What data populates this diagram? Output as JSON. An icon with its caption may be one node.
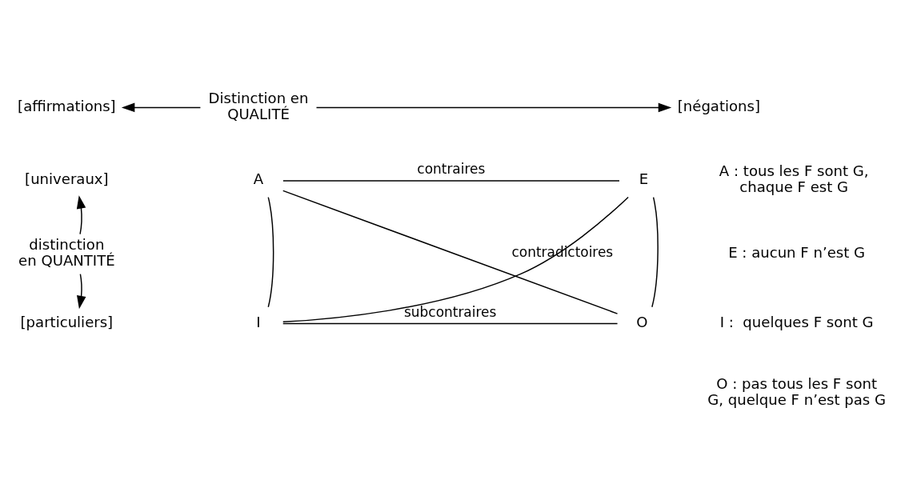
{
  "diagram": {
    "nodes": [
      {
        "text": [
          "[affirmations]"
        ]
      },
      {
        "text": [
          "Distinction en QUALITÉ"
        ]
      },
      {
        "text": [
          "[négations]"
        ]
      },
      {
        "text": [
          "[univeraux]"
        ]
      },
      {
        "text": [
          "A"
        ]
      },
      {
        "text": [
          "E"
        ]
      },
      {
        "text": [
          "distinction en QUANTITÉ"
        ]
      },
      {
        "text": [
          "[particuliers]"
        ]
      },
      {
        "text": [
          "I"
        ]
      },
      {
        "text": [
          "O"
        ]
      }
    ],
    "edges": [
      {
        "from": 1,
        "to": 0,
        "arrow": "to"
      },
      {
        "from": 1,
        "to": 2,
        "arrow": "to"
      },
      {
        "from": 4,
        "to": 5,
        "arrow": "none",
        "label": "contraires"
      },
      {
        "from": 6,
        "to": 3,
        "arrow": "to"
      },
      {
        "from": 6,
        "to": 7,
        "arrow": "to"
      },
      {
        "from": 4,
        "to": 8,
        "arrow": "none"
      },
      {
        "from": 5,
        "to": 9,
        "arrow": "none"
      },
      {
        "from": 4,
        "to": 9,
        "arrow": "none",
        "label": "contradictoires"
      },
      {
        "from": 5,
        "to": 8,
        "arrow": "none"
      },
      {
        "from": 8,
        "to": 9,
        "arrow": "none",
        "label": "subcontraires"
      }
    ],
    "labels": [
      "A : tous les F sont G, chaque F est G",
      "E : aucun F n’est G",
      "I :  quelques F sont G",
      "O : pas tous les F sont G, quelque F n’est pas G"
    ]
  }
}
